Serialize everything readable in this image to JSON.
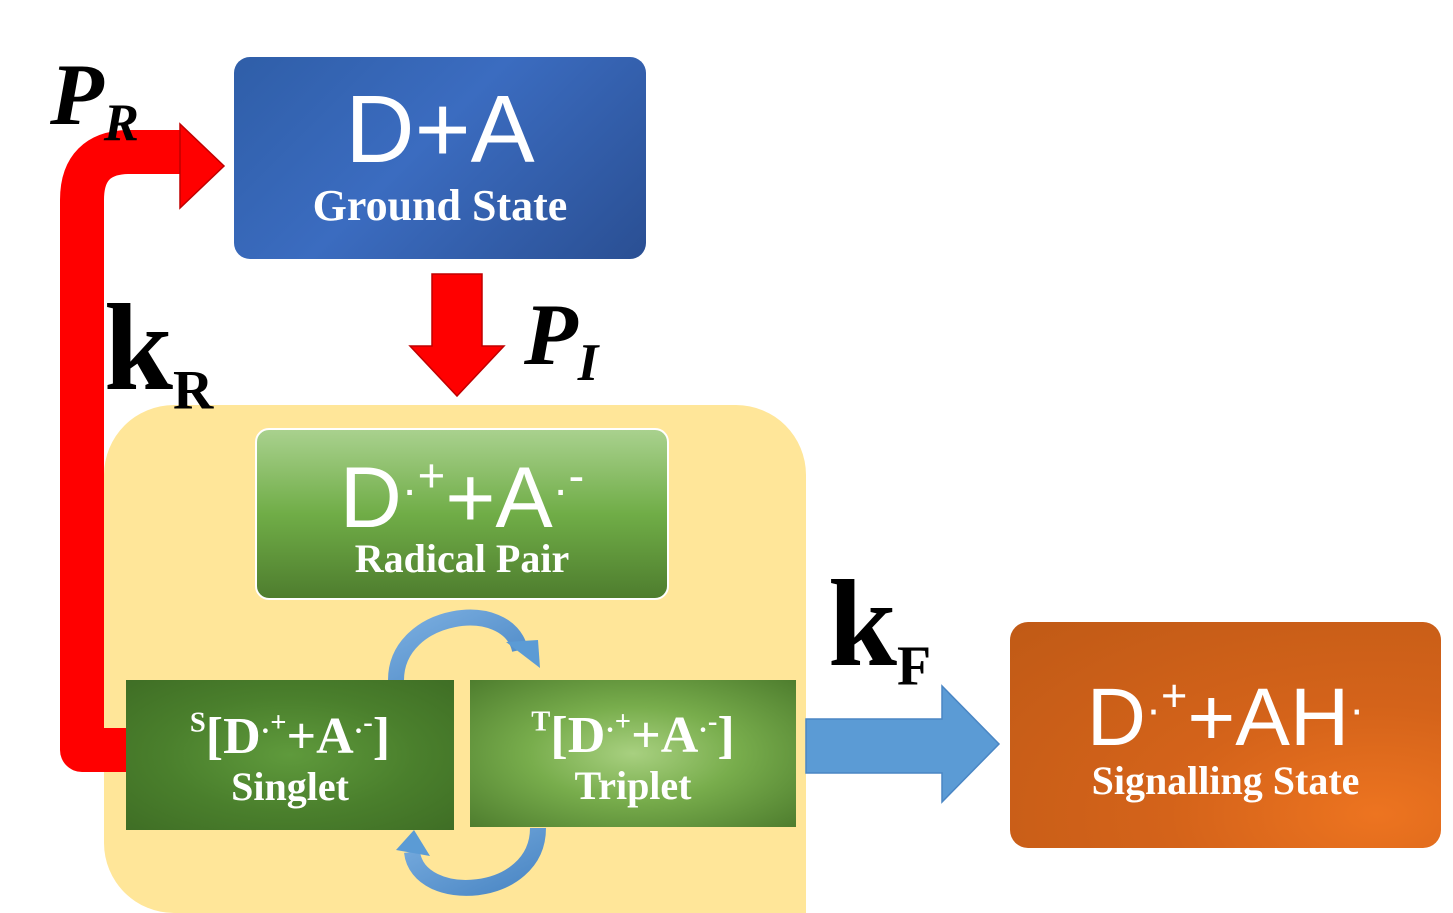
{
  "ground_state": {
    "formula": "D+A",
    "label": "Ground State"
  },
  "radical_pair": {
    "formula_d": "D",
    "formula_plus": "+A",
    "formula_minus": "-",
    "label": "Radical Pair"
  },
  "singlet": {
    "spin": "S",
    "formula": "[D",
    "plus": "+",
    "mid": "+A",
    "minus": "-",
    "close": "]",
    "label": "Singlet"
  },
  "triplet": {
    "spin": "T",
    "formula": "[D",
    "plus": "+",
    "mid": "+A",
    "minus": "-",
    "close": "]",
    "label": "Triplet"
  },
  "signalling_state": {
    "formula_d": "D",
    "formula_plus": "+",
    "formula_rest": "+AH",
    "label": "Signalling State"
  },
  "rates": {
    "p_r": {
      "base": "P",
      "sub": "R"
    },
    "k_r": {
      "base": "k",
      "sub": "R"
    },
    "p_i": {
      "base": "P",
      "sub": "I"
    },
    "k_f": {
      "base": "k",
      "sub": "F"
    }
  },
  "colors": {
    "recombination_arrow": "#ff0000",
    "initiation_arrow": "#ff0000",
    "forward_arrow": "#5b9bd5",
    "interconversion_arrows": "#5b9bd5",
    "radical_pair_region": "#ffe699",
    "ground_box": "#2f5ea8",
    "signalling_box": "#c55a11"
  }
}
